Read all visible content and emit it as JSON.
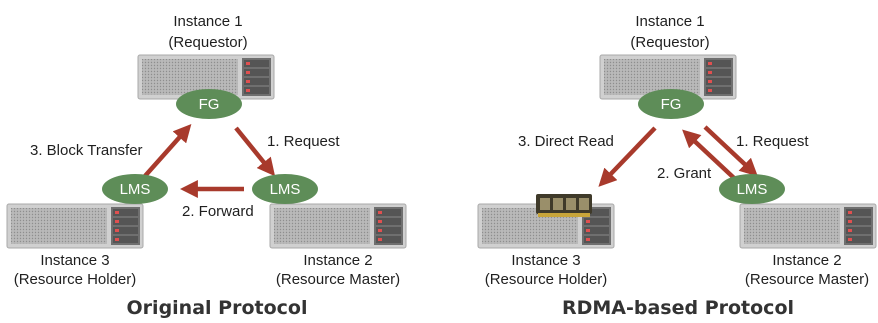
{
  "colors": {
    "node_fill": "#5e8d58",
    "arrow": "#a83a2c",
    "server_body": "#c4c4c4",
    "server_panel": "#6f6f6f",
    "title_text": "#333333"
  },
  "left": {
    "title": "Original Protocol",
    "instance1": {
      "line1": "Instance 1",
      "line2": "(Requestor)"
    },
    "instance2": {
      "line1": "Instance 2",
      "line2": "(Resource Master)"
    },
    "instance3": {
      "line1": "Instance 3",
      "line2": "(Resource Holder)"
    },
    "node_fg": "FG",
    "node_lms_master": "LMS",
    "node_lms_holder": "LMS",
    "arrow_request": "1. Request",
    "arrow_forward": "2. Forward",
    "arrow_block_transfer": "3. Block Transfer"
  },
  "right": {
    "title": "RDMA-based Protocol",
    "instance1": {
      "line1": "Instance 1",
      "line2": "(Requestor)"
    },
    "instance2": {
      "line1": "Instance 2",
      "line2": "(Resource Master)"
    },
    "instance3": {
      "line1": "Instance 3",
      "line2": "(Resource Holder)"
    },
    "node_fg": "FG",
    "node_lms_master": "LMS",
    "arrow_request": "1. Request",
    "arrow_grant": "2. Grant",
    "arrow_direct_read": "3. Direct Read",
    "memory_icon": "memory-module-icon"
  }
}
